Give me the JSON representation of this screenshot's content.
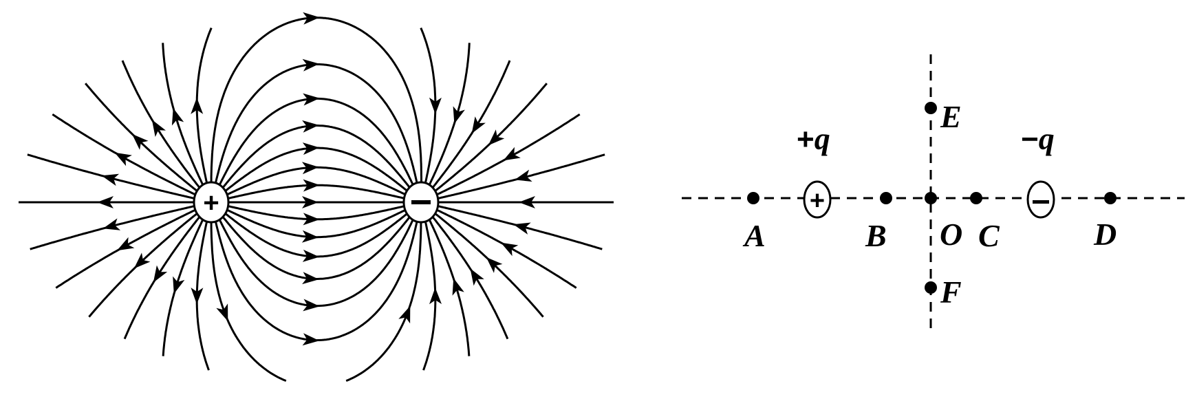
{
  "field_diagram": {
    "positive_charge_symbol": "+",
    "negative_charge_symbol": "−",
    "line_color": "#000000"
  },
  "point_diagram": {
    "positive_charge": {
      "symbol": "+",
      "label_sign": "+",
      "label_var": "q"
    },
    "negative_charge": {
      "symbol": "−",
      "label_sign": "−",
      "label_var": "q"
    },
    "points": {
      "A": "A",
      "B": "B",
      "O": "O",
      "C": "C",
      "D": "D",
      "E": "E",
      "F": "F"
    }
  }
}
